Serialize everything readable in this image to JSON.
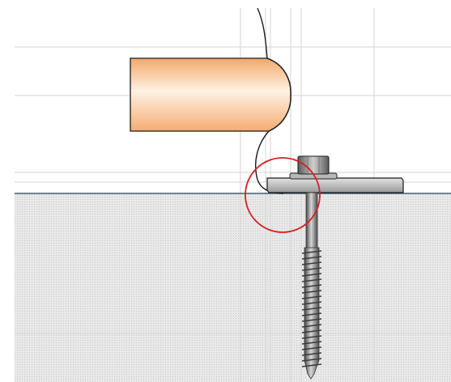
{
  "diagram": {
    "view": "cad-section-detail",
    "components": [
      "pipe-section",
      "wavy-break-line",
      "mounting-plate",
      "hex-head-screw",
      "substrate-hatched-area",
      "highlight-circle"
    ],
    "colors": {
      "background": "#ffffff",
      "gridline": "#dcdcdc",
      "substrate_fill": "#e6e6e6",
      "substrate_dots": "#c8c8c8",
      "surface_line": "#3e5a6e",
      "pipe_light": "#fff2e4",
      "pipe_mid": "#ffd9b3",
      "pipe_dark": "#f2a86b",
      "outline": "#1a1a1a",
      "plate": "#c4c4c4",
      "screw_light": "#d0d0d0",
      "screw_dark": "#555555",
      "highlight": "#d42020"
    }
  }
}
